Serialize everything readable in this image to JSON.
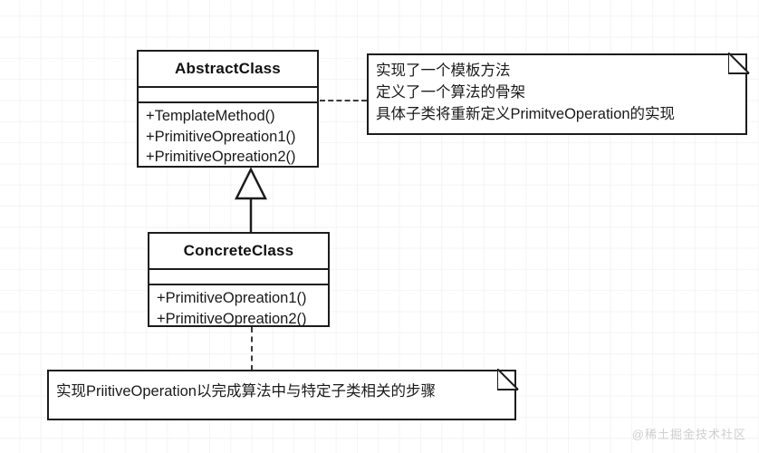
{
  "diagram": {
    "title": "Template Method Pattern UML Class Diagram",
    "background_color": "#ffffff",
    "grid_color": "#f4f4f4",
    "line_color": "#1c1c1c"
  },
  "classes": [
    {
      "id": "abstract-class",
      "name": "AbstractClass",
      "attributes": [],
      "operations": [
        "+TemplateMethod()",
        "+PrimitiveOpreation1()",
        "+PrimitiveOpreation2()"
      ]
    },
    {
      "id": "concrete-class",
      "name": "ConcreteClass",
      "attributes": [],
      "operations": [
        "+PrimitiveOpreation1()",
        "+PrimitiveOpreation2()"
      ]
    }
  ],
  "notes": [
    {
      "id": "note-abstract",
      "lines": [
        "实现了一个模板方法",
        "定义了一个算法的骨架",
        "具体子类将重新定义PrimitveOperation的实现"
      ]
    },
    {
      "id": "note-bottom",
      "lines": [
        "实现PriitiveOperation以完成算法中与特定子类相关的步骤"
      ]
    }
  ],
  "relationships": [
    {
      "type": "generalization",
      "from": "ConcreteClass",
      "to": "AbstractClass",
      "style": "solid-hollow-triangle"
    },
    {
      "type": "note-anchor",
      "from": "AbstractClass",
      "to": "note-abstract",
      "style": "dashed"
    },
    {
      "type": "note-anchor",
      "from": "ConcreteClass",
      "to": "note-bottom",
      "style": "dashed"
    }
  ],
  "watermark": {
    "text": "@稀土掘金技术社区",
    "color": "#cfcfcf"
  }
}
